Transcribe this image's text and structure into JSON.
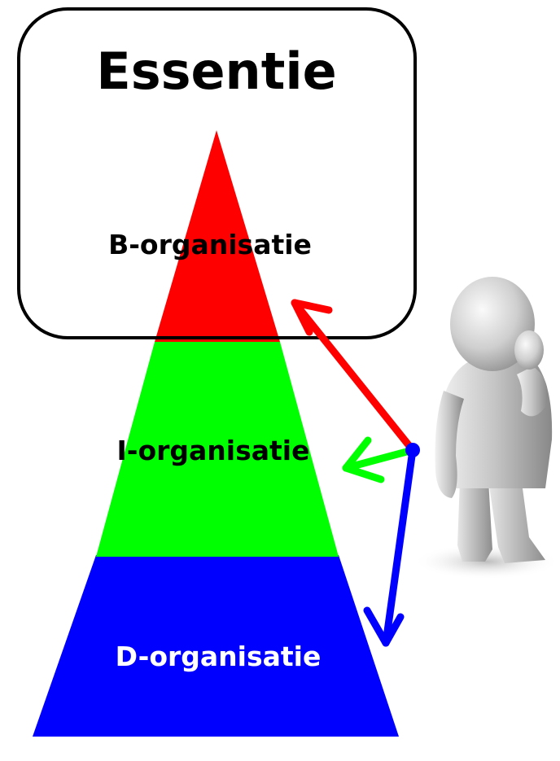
{
  "title": "Essentie",
  "layers": [
    {
      "label": "B-organisatie",
      "color": "#ff0000",
      "text_color": "#000000"
    },
    {
      "label": "I-organisatie",
      "color": "#00ff00",
      "text_color": "#000000"
    },
    {
      "label": "D-organisatie",
      "color": "#0000ff",
      "text_color": "#ffffff"
    }
  ],
  "arrows": [
    {
      "target": "B-organisatie",
      "color": "#ff0000"
    },
    {
      "target": "I-organisatie",
      "color": "#00ff00"
    },
    {
      "target": "D-organisatie",
      "color": "#0000ff"
    }
  ],
  "figure": {
    "icon": "thinking-person-icon"
  }
}
